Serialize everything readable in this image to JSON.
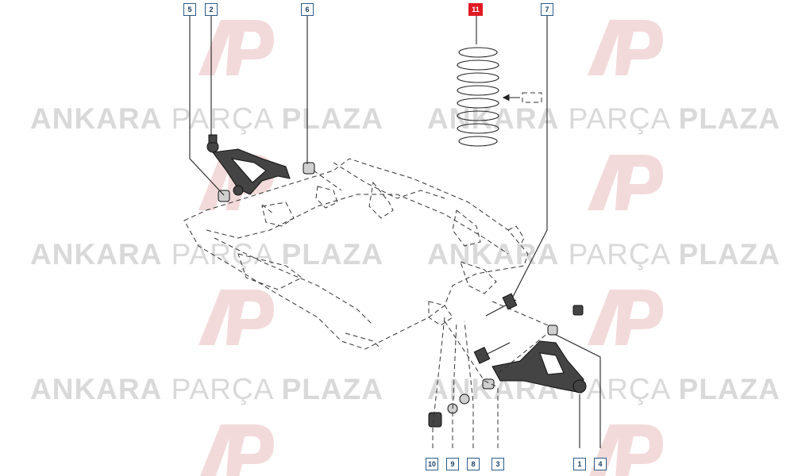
{
  "watermark": {
    "logo_letters": "AP",
    "word_bold_1": "ANKARA",
    "word_light": "PARÇA",
    "word_bold_2": "PLAZA",
    "color": "#d9d9d9",
    "logo_color": "#f2d6d6"
  },
  "callouts": [
    {
      "label": "5",
      "highlight": false
    },
    {
      "label": "2",
      "highlight": false
    },
    {
      "label": "6",
      "highlight": false
    },
    {
      "label": "11",
      "highlight": true
    },
    {
      "label": "7",
      "highlight": false
    },
    {
      "label": "10",
      "highlight": false
    },
    {
      "label": "9",
      "highlight": false
    },
    {
      "label": "8",
      "highlight": false
    },
    {
      "label": "3",
      "highlight": false
    },
    {
      "label": "1",
      "highlight": false
    },
    {
      "label": "4",
      "highlight": false
    }
  ],
  "colors": {
    "callout_border": "#2a5c8a",
    "highlight": "#e01b24"
  }
}
